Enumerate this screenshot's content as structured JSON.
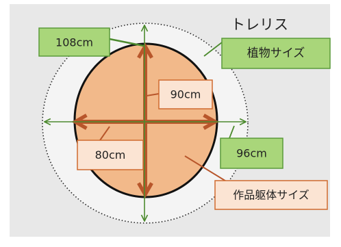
{
  "diagram": {
    "title": "トレリス",
    "labels": {
      "plant_size": "植物サイズ",
      "dim_108": "108cm",
      "dim_90": "90cm",
      "dim_80": "80cm",
      "dim_96": "96cm",
      "body_size": "作品躯体サイズ"
    }
  },
  "colors": {
    "background": "#e8e8e8",
    "outer_fill": "#f4f4f4",
    "ellipse_fill": "#f2b98a",
    "ellipse_stroke": "#111111",
    "brown_arrow": "#b8562b",
    "green_arrow": "#4c8a2e",
    "green_box_fill": "#a9d67a",
    "green_box_stroke": "#5a9a3a",
    "orange_box_fill": "#fbe4d3",
    "orange_box_stroke": "#cf6a2e",
    "text": "#222222"
  }
}
